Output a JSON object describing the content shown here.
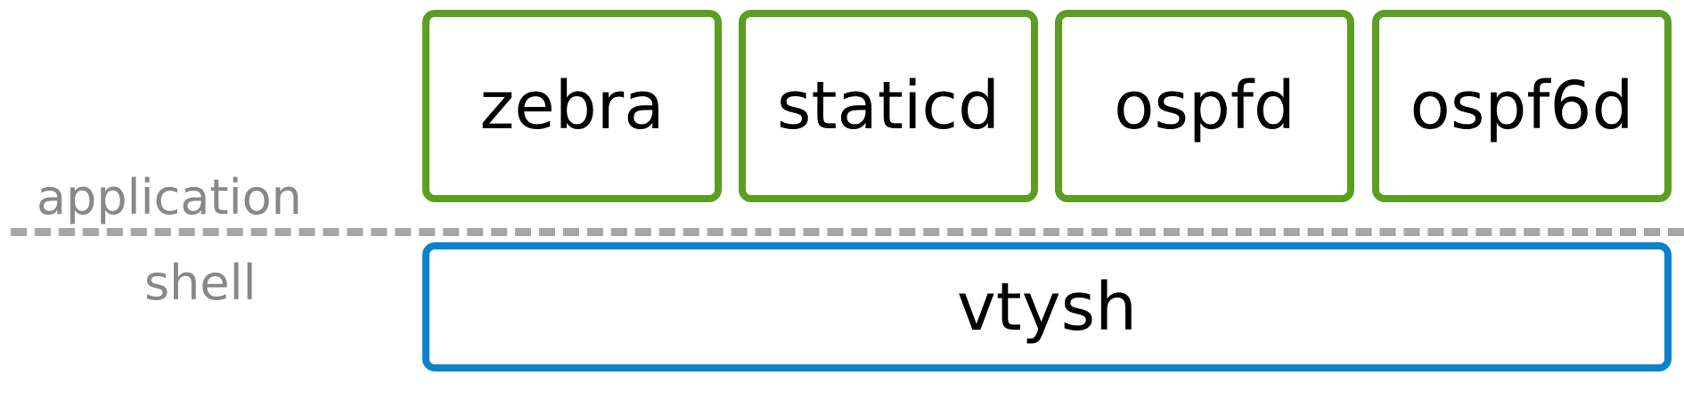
{
  "layers": {
    "application_label": "application",
    "shell_label": "shell"
  },
  "application_boxes": [
    {
      "label": "zebra"
    },
    {
      "label": "staticd"
    },
    {
      "label": "ospfd"
    },
    {
      "label": "ospf6d"
    }
  ],
  "shell_box": {
    "label": "vtysh"
  },
  "colors": {
    "application_border": "#5a9e22",
    "shell_border": "#0a82cc",
    "layer_label": "#888888",
    "divider": "#a6a6a6"
  }
}
